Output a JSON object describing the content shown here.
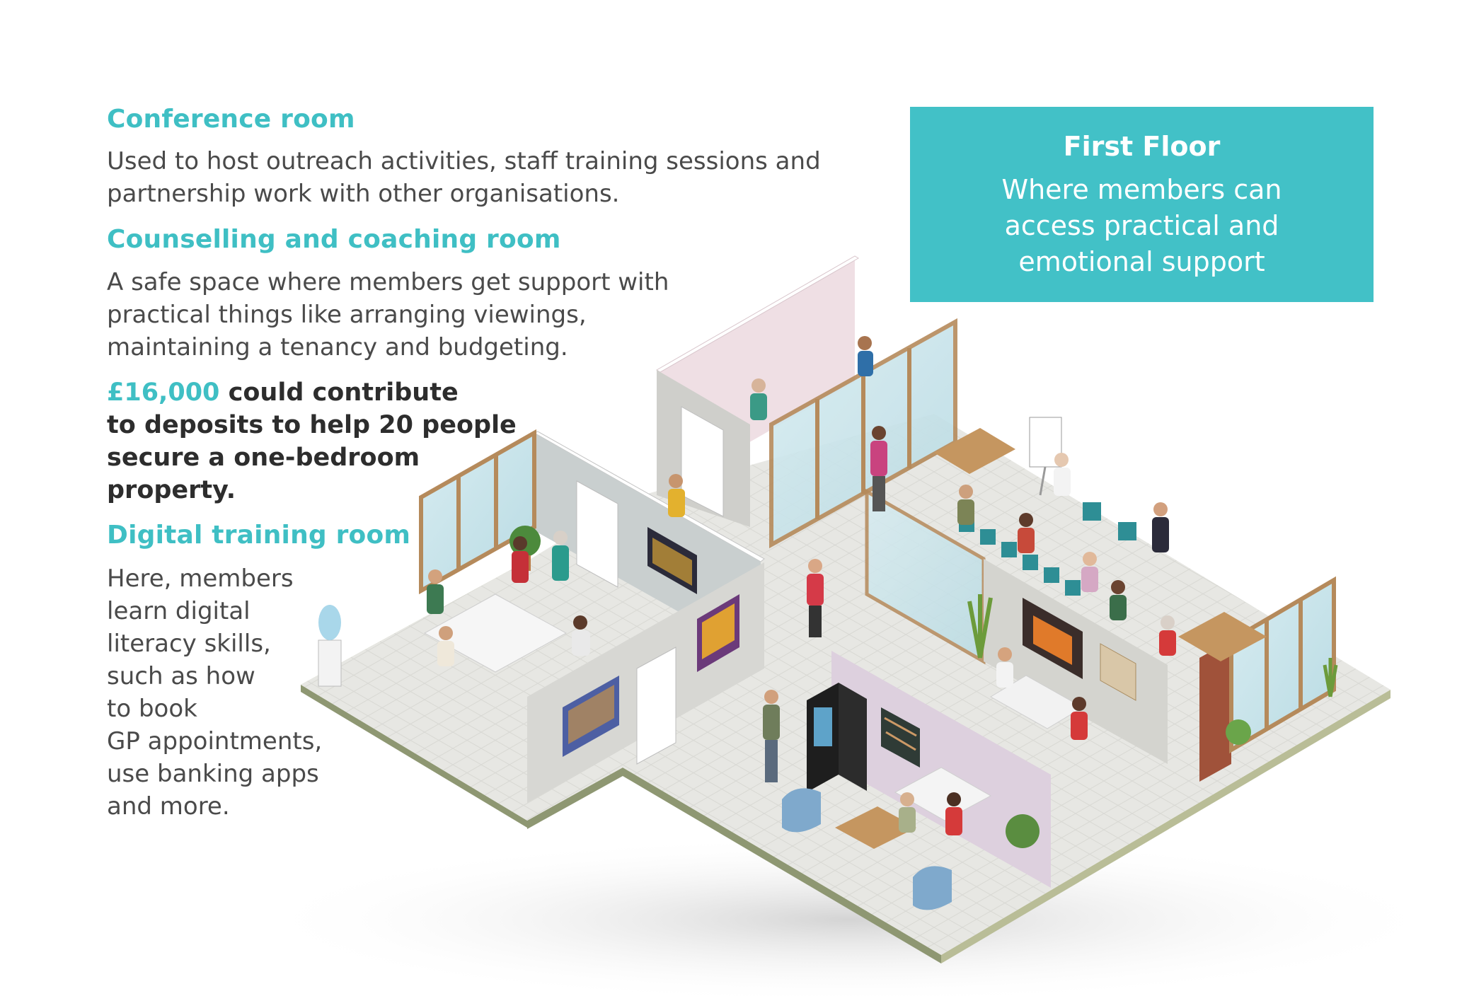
{
  "panel": {
    "title": "First Floor",
    "lines": [
      "Where members can",
      "access practical and",
      "emotional support"
    ]
  },
  "conference": {
    "heading": "Conference room",
    "lines": [
      "Used to host outreach activities, staff training sessions and",
      "partnership work with other organisations."
    ]
  },
  "counselling": {
    "heading": "Counselling and coaching room",
    "lines": [
      "A safe space where members get support with",
      "practical things like arranging viewings,",
      "maintaining a tenancy and budgeting."
    ]
  },
  "stat": {
    "amount": "£16,000",
    "line1_rest": " could contribute",
    "line2": "to deposits to help 20 people",
    "line3": "secure a one-bedroom",
    "line4": "property."
  },
  "digital": {
    "heading": "Digital training room",
    "lines": [
      "Here, members",
      "learn digital",
      "literacy skills,",
      "such as how",
      "to book",
      "GP appointments,",
      "use banking apps",
      "and more."
    ]
  },
  "colors": {
    "accent": "#3fbfc4",
    "panel_bg": "#42c1c7",
    "body_text": "#4a4a4a"
  }
}
